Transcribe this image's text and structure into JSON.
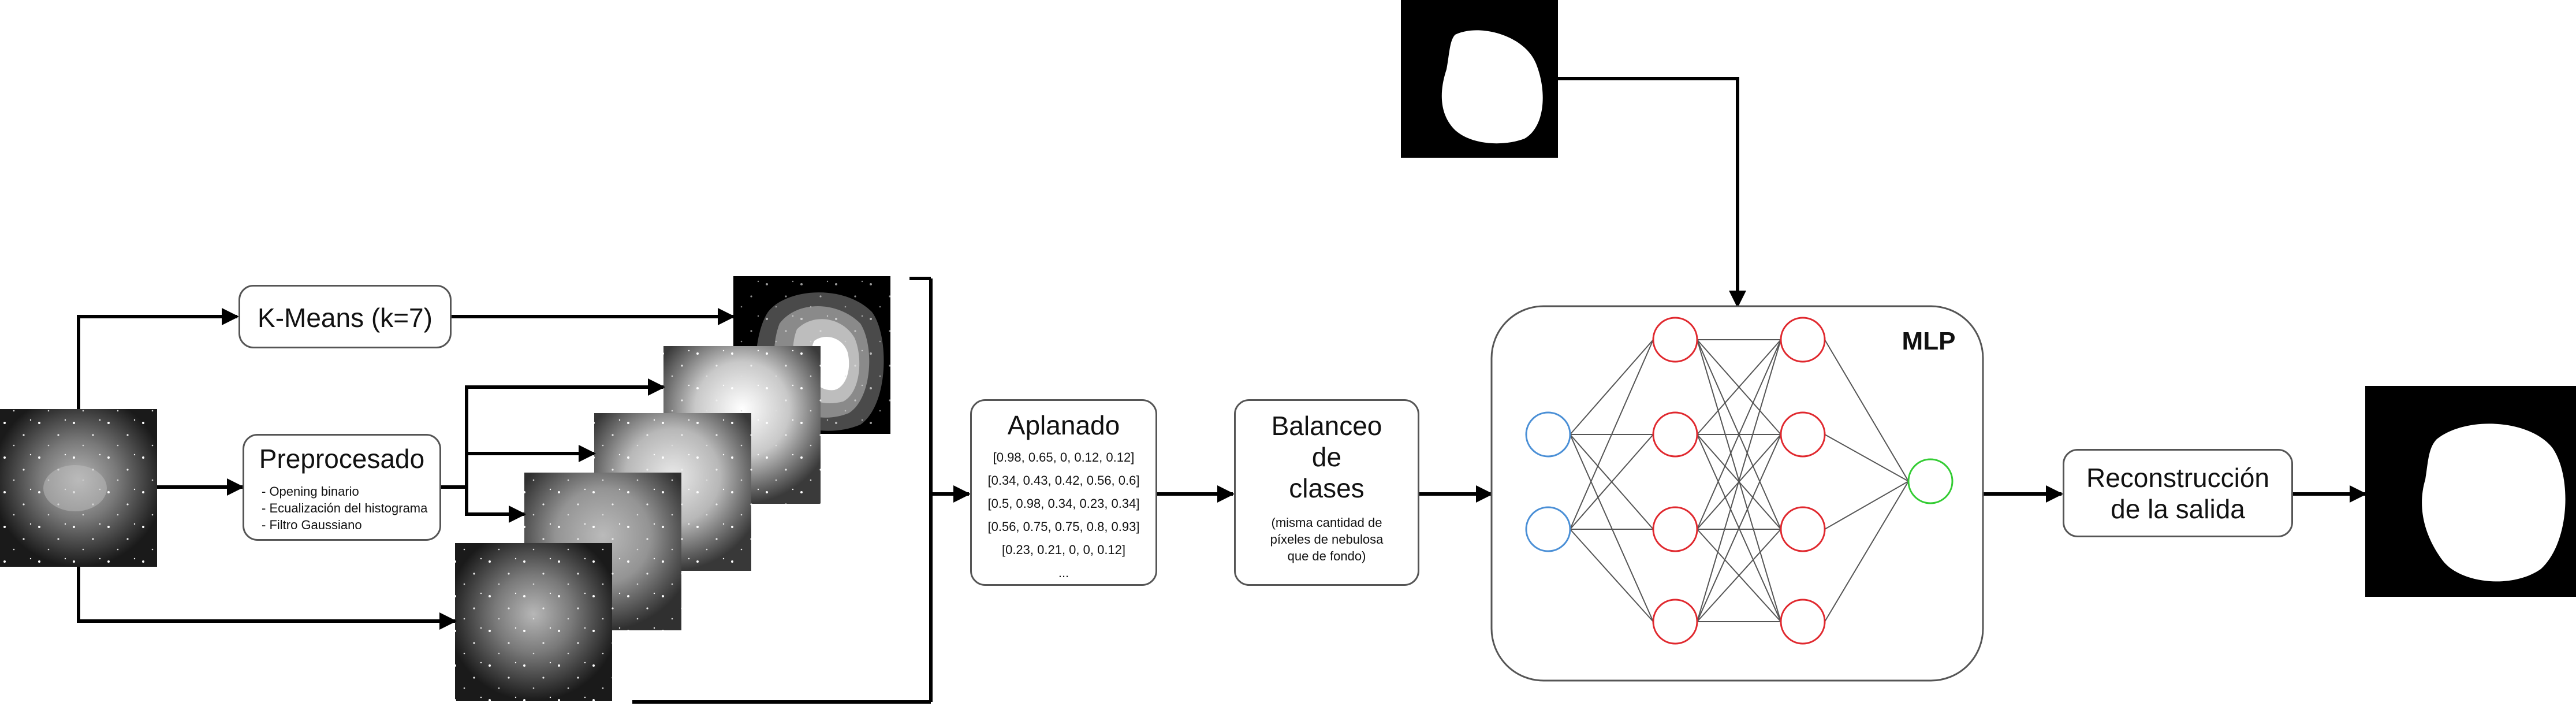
{
  "kmeans": {
    "label": "K-Means (k=7)"
  },
  "preprocess": {
    "title": "Preprocesado",
    "items": [
      "- Opening binario",
      "- Ecualización del histograma",
      "- Filtro Gaussiano"
    ]
  },
  "flatten": {
    "title": "Aplanado",
    "rows": [
      "[0.98, 0.65, 0, 0.12, 0.12]",
      "[0.34, 0.43, 0.42, 0.56, 0.6]",
      "[0.5, 0.98, 0.34, 0.23, 0.34]",
      "[0.56, 0.75, 0.75, 0.8, 0.93]",
      "[0.23, 0.21, 0, 0, 0.12]",
      "..."
    ]
  },
  "balance": {
    "title_lines": [
      "Balanceo",
      "de",
      "clases"
    ],
    "note_lines": [
      "(misma cantidad de",
      "píxeles de nebulosa",
      "que de fondo)"
    ]
  },
  "mlp": {
    "label": "MLP"
  },
  "reconstruction": {
    "title_lines": [
      "Reconstrucción",
      "de la salida"
    ]
  },
  "colors": {
    "input_neuron": "#4a8fd6",
    "hidden_neuron": "#e0282e",
    "output_neuron": "#33cc33",
    "edge": "#555555",
    "arrow": "#000000"
  }
}
